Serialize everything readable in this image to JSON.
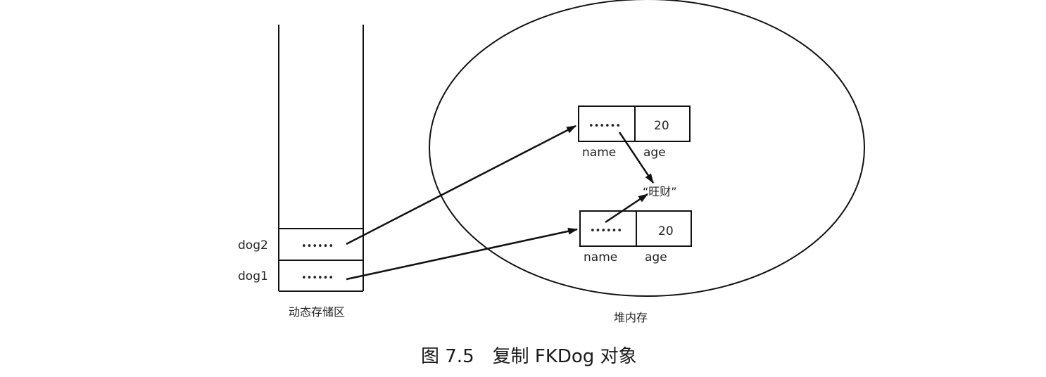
{
  "stack": {
    "label": "动态存储区",
    "slots": [
      {
        "name": "dog2",
        "value": "••••••"
      },
      {
        "name": "dog1",
        "value": "••••••"
      }
    ]
  },
  "heap": {
    "label": "堆内存",
    "objects": [
      {
        "field1_value": "••••••",
        "field1_name": "name",
        "field2_value": "20",
        "field2_name": "age"
      },
      {
        "field1_value": "••••••",
        "field1_name": "name",
        "field2_value": "20",
        "field2_name": "age"
      }
    ],
    "string_literal": "“旺财”"
  },
  "caption": "图 7.5　复制 FKDog 对象",
  "colors": {
    "stroke": "#111111",
    "text": "#222222"
  }
}
